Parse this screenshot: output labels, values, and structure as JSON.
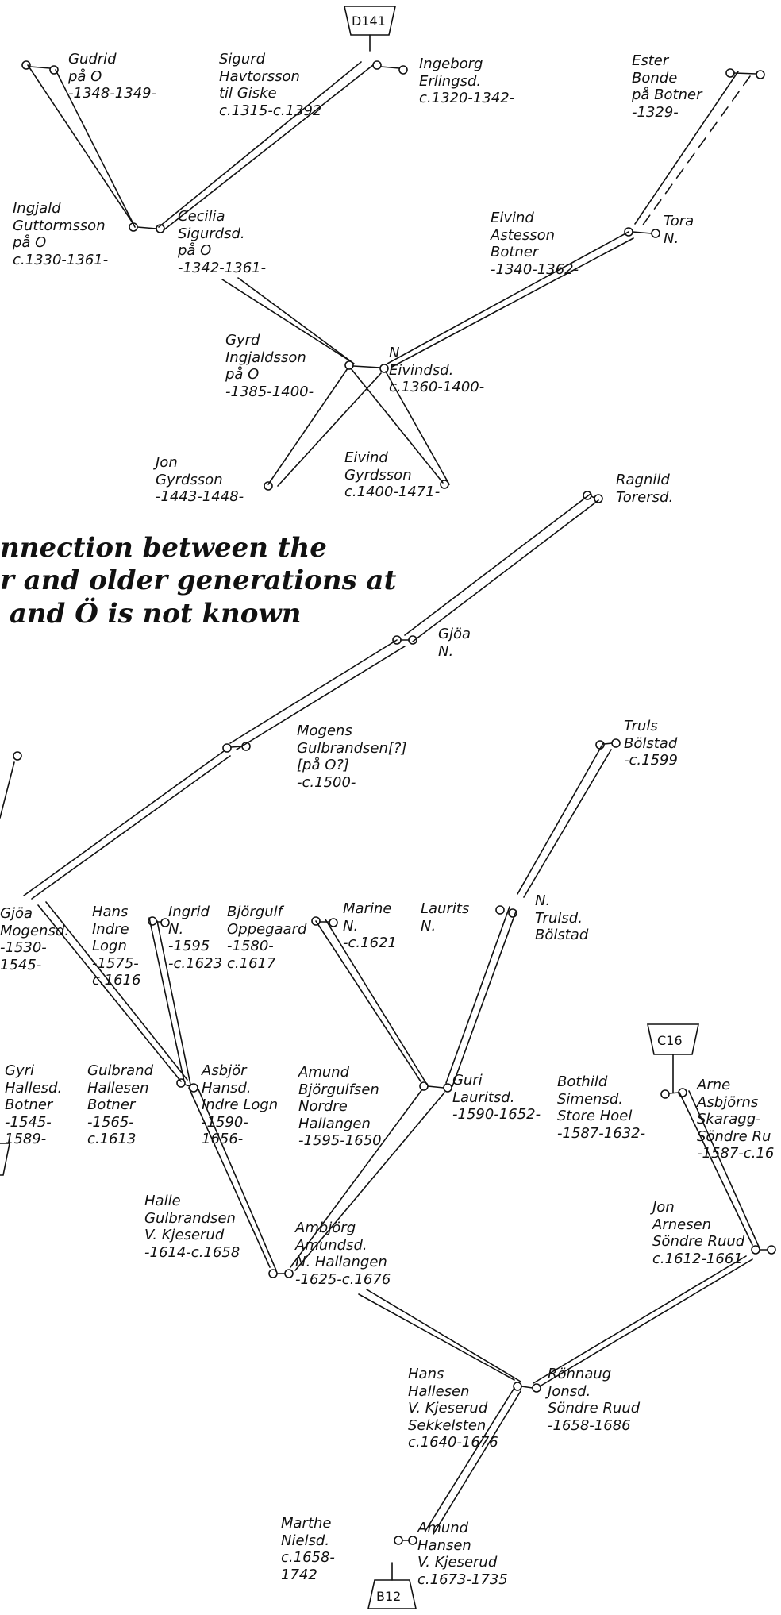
{
  "refs": {
    "top": "D141",
    "right": "C16",
    "bottom": "B12"
  },
  "note": "nnection between the\nr and older generations at\n and Ö is not known",
  "people": {
    "gudrid": "Gudrid\npå O\n-1348-1349-",
    "sigurd": "Sigurd\nHavtorsson\ntil Giske\nc.1315-c.1392",
    "ingeborg": "Ingeborg\nErlingsd.\nc.1320-1342-",
    "ester": "Ester\nBonde\npå Botner\n-1329-",
    "ingjald": "Ingjald\nGuttormsson\npå O\nc.1330-1361-",
    "cecilia": "Cecilia\nSigurdsd.\npå O\n-1342-1361-",
    "eivind_a": "Eivind\nAstesson\nBotner\n-1340-1362-",
    "tora": "Tora\nN.",
    "gyrd": "Gyrd\nIngjaldsson\npå O\n-1385-1400-",
    "eivindsd": "N.\nEivindsd.\nc.1360-1400-",
    "jon_g": "Jon\nGyrdsson\n-1443-1448-",
    "eivind_g": "Eivind\nGyrdsson\nc.1400-1471-",
    "ragnild": "Ragnild\nTorersd.",
    "gjoa_n": "Gjöa\nN.",
    "mogens": "Mogens\nGulbrandsen[?]\n[på O?]\n-c.1500-",
    "truls": "Truls\nBölstad\n-c.1599",
    "gjoa_m": "Gjöa\nMogensd.\n-1530-\n1545-",
    "hans_i": "Hans\nIndre\nLogn\n-1575-\nc.1616",
    "ingrid": "Ingrid\nN.\n-1595\n-c.1623",
    "bjorgulf": "Björgulf\nOppegaard\n-1580-\nc.1617",
    "marine": "Marine\nN.\n-c.1621",
    "lauritz": "Laurits\nN.",
    "n_trulsd": "N.\nTrulsd.\nBölstad",
    "gyri": "Gyri\nHallesd.\nBotner\n-1545-\n1589-",
    "gulbrand": "Gulbrand\nHallesen\nBotner\n-1565-\nc.1613",
    "asbjor": "Asbjör\nHansd.\nIndre Logn\n-1590-\n1656-",
    "amund_b": "Amund\nBjörgulfsen\nNordre\nHallangen\n-1595-1650",
    "guri": "Guri\nLauritsd.\n-1590-1652-",
    "bothild": "Bothild\nSimensd.\nStore Hoel\n-1587-1632-",
    "arne": "Arne\nAsbjörns\nSkaragg-\nSöndre Ru\n-1587-c.16",
    "halle": "Halle\nGulbrandsen\nV. Kjeserud\n-1614-c.1658",
    "ambjorg": "Ambjörg\nAmundsd.\nN. Hallangen\n-1625-c.1676",
    "jon_a": "Jon\nArnesen\nSöndre Ruud\nc.1612-1661",
    "hans_h": "Hans\nHallesen\nV. Kjeserud\nSekkelsten\nc.1640-1676",
    "ronnaug": "Rönnaug\nJonsd.\nSöndre Ruud\n-1658-1686",
    "marthe": "Marthe\nNielsd.\nc.1658-\n1742",
    "amund_h": "Amund\nHansen\nV. Kjeserud\nc.1673-1735"
  }
}
